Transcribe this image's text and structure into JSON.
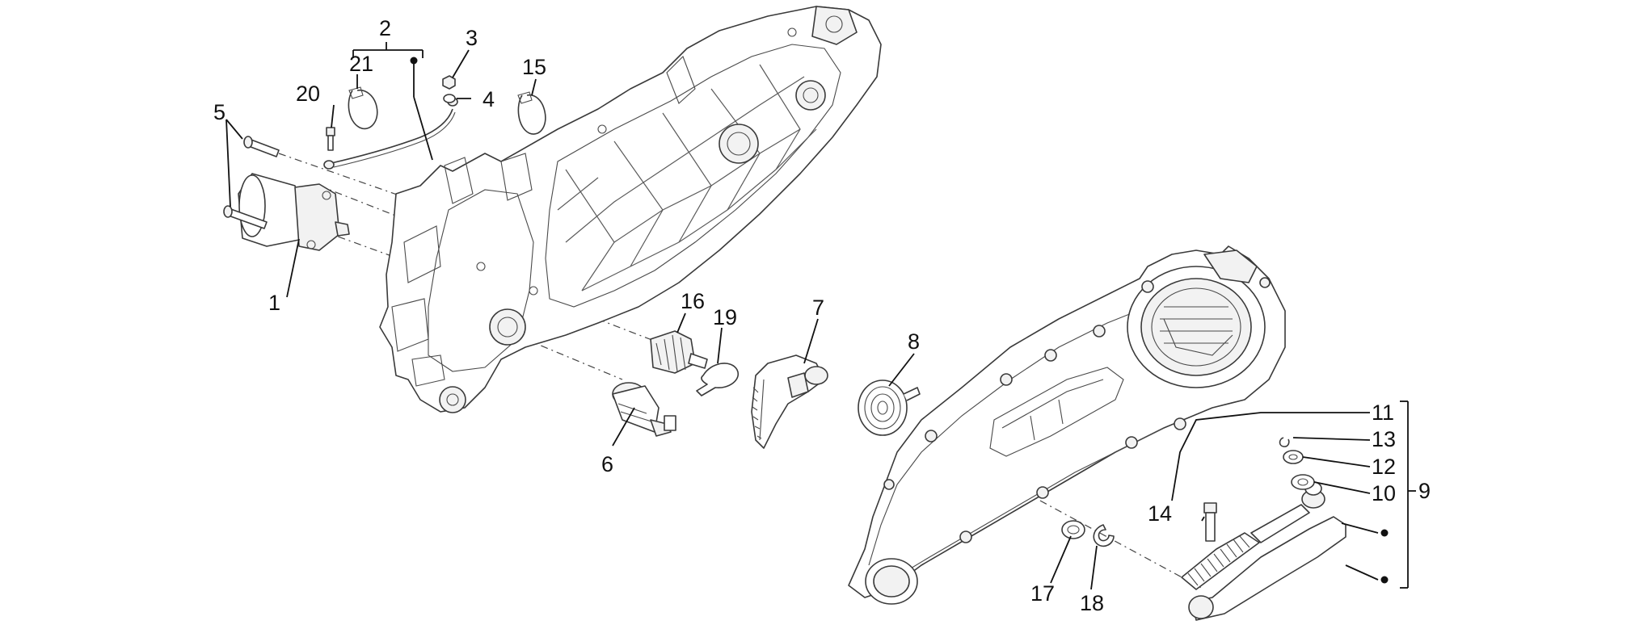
{
  "callouts": {
    "c1": "1",
    "c2": "2",
    "c3": "3",
    "c4": "4",
    "c5": "5",
    "c6": "6",
    "c7": "7",
    "c8": "8",
    "c9": "9",
    "c10": "10",
    "c11": "11",
    "c12": "12",
    "c13": "13",
    "c14": "14",
    "c15": "15",
    "c16": "16",
    "c17": "17",
    "c18": "18",
    "c19": "19",
    "c20": "20",
    "c21": "21"
  },
  "colors": {
    "line": "#3a3a3a",
    "label": "#111111",
    "background": "#ffffff"
  }
}
